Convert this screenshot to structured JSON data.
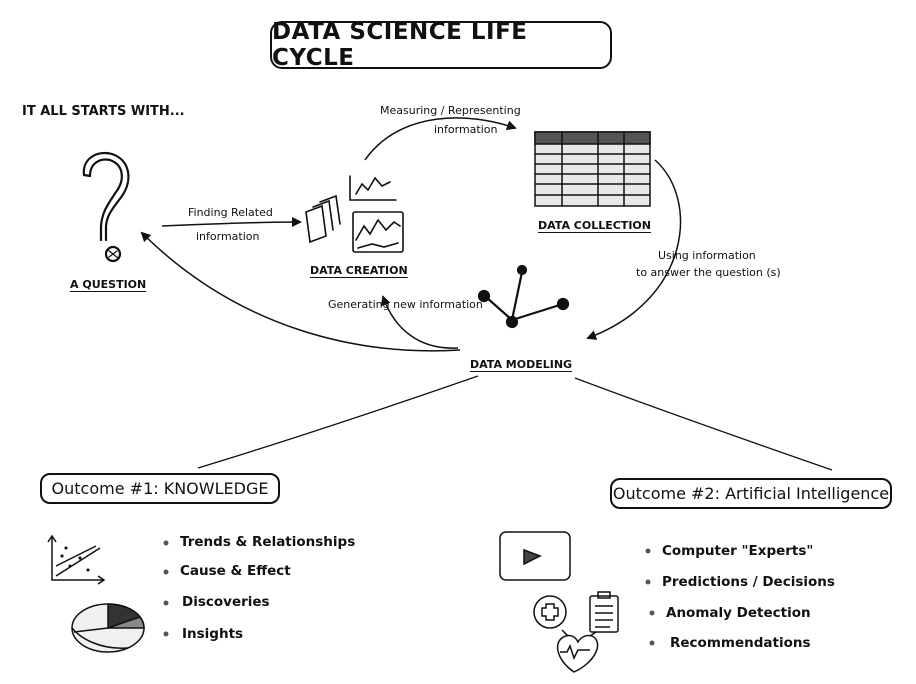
{
  "title": "DATA SCIENCE LIFE CYCLE",
  "intro": "IT ALL STARTS WITH...",
  "nodes": {
    "question": "A QUESTION",
    "creation": "DATA CREATION",
    "collection": "DATA COLLECTION",
    "modeling": "DATA MODELING"
  },
  "edges": {
    "finding_1": "Finding Related",
    "finding_2": "information",
    "measuring_1": "Measuring / Representing",
    "measuring_2": "information",
    "using_1": "Using  information",
    "using_2": "to answer the question (s)",
    "generating": "Generating  new information"
  },
  "outcomes": {
    "knowledge": {
      "label": "Outcome #1: KNOWLEDGE",
      "items": [
        "Trends & Relationships",
        "Cause & Effect",
        "Discoveries",
        "Insights"
      ]
    },
    "ai": {
      "label": "Outcome #2: Artificial Intelligence",
      "items": [
        "Computer \"Experts\"",
        "Predictions / Decisions",
        "Anomaly Detection",
        "Recommendations"
      ]
    }
  }
}
